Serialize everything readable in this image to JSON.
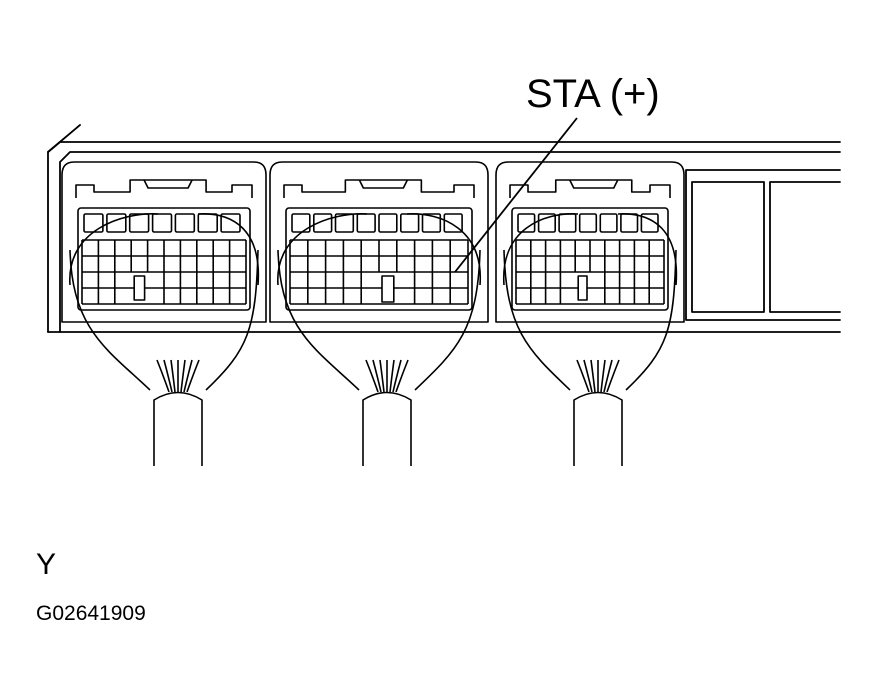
{
  "labels": {
    "callout": "STA (+)",
    "view_letter": "Y",
    "figure_id": "G02641909"
  },
  "connectors": [
    {
      "id": "connector-a",
      "top_pins": 7
    },
    {
      "id": "connector-b",
      "top_pins": 8
    },
    {
      "id": "connector-c",
      "top_pins": 7
    }
  ],
  "colors": {
    "line": "#000000",
    "background": "#ffffff"
  }
}
